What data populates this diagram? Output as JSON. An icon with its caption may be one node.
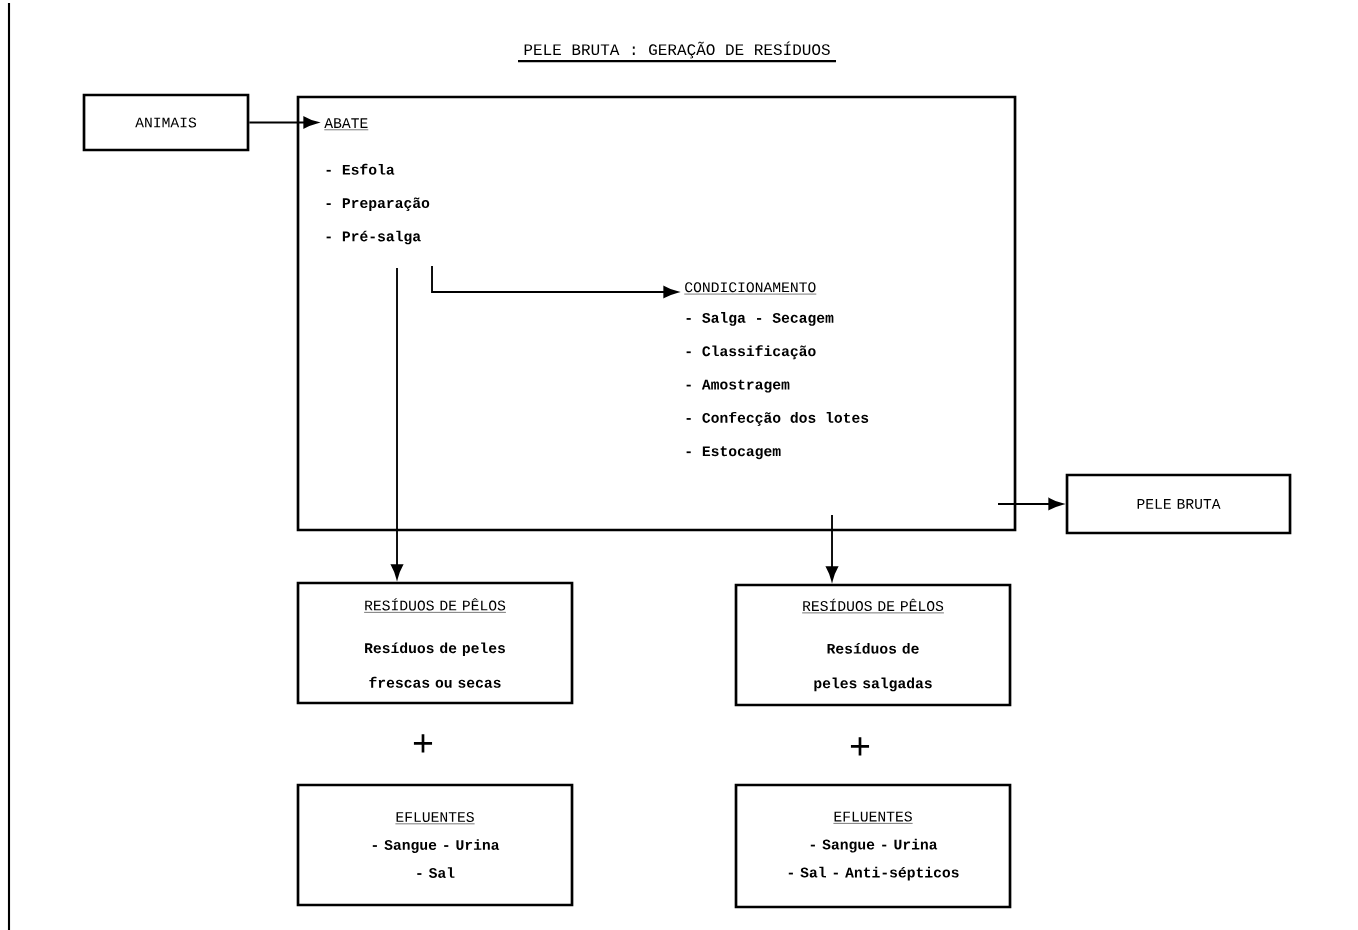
{
  "diagram": {
    "title": "PELE BRUTA : GERAÇÃO DE RESÍDUOS",
    "nodes": [
      {
        "text": [
          "ANIMAIS"
        ]
      },
      {
        "text": [],
        "shape": "box"
      },
      {
        "text": [
          "ABATE",
          "- Esfola",
          "- Preparação",
          "- Pré-salga"
        ],
        "in": 1
      },
      {
        "text": [
          "CONDICIONAMENTO",
          "- Salga - Secagem",
          "- Classificação",
          "- Amostragem",
          "- Confecção dos lotes",
          "- Estocagem"
        ],
        "in": 1
      },
      {
        "text": [
          "PELE BRUTA"
        ]
      },
      {
        "text": [
          "RESÍDUOS DE PÊLOS",
          "Resíduos de peles frescas ou secas"
        ]
      },
      {
        "text": [
          "RESÍDUOS DE PÊLOS",
          "Resíduos de peles salgadas"
        ]
      },
      {
        "text": [
          "EFLUENTES",
          "- Sangue - Urina",
          "- Sal"
        ]
      },
      {
        "text": [
          "EFLUENTES",
          "- Sangue - Urina",
          "- Sal - Anti-sépticos"
        ]
      }
    ],
    "edges": [
      {
        "from": 0,
        "to": 2,
        "arrow": "to"
      },
      {
        "from": 2,
        "to": 3,
        "arrow": "to"
      },
      {
        "from": 2,
        "to": 5,
        "arrow": "to"
      },
      {
        "from": 3,
        "to": 6,
        "arrow": "to"
      },
      {
        "from": 1,
        "to": 4,
        "arrow": "to"
      }
    ],
    "labels": [
      "+",
      "+"
    ]
  }
}
